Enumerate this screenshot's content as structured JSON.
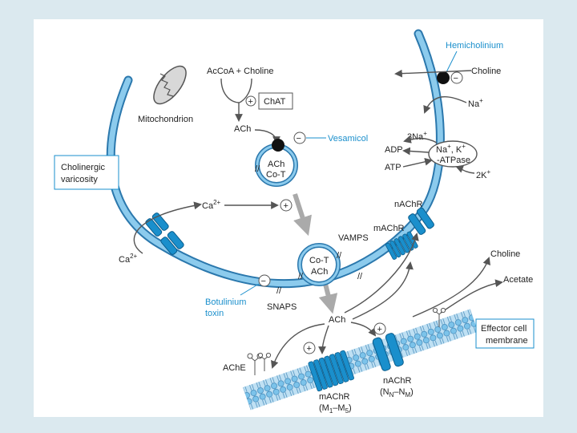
{
  "colors": {
    "membrane": "#6fbde8",
    "membrane_dark": "#2b78ad",
    "accent_blue": "#1a8fcc",
    "arrow": "#555555",
    "page_bg": "#dbe9ef",
    "canvas_bg": "#ffffff"
  },
  "labels": {
    "hemicholinium": "Hemicholinium",
    "choline_top": "Choline",
    "na_top": "Na",
    "na_top_sup": "+",
    "acoa_choline": "AcCoA + Choline",
    "chat": "ChAT",
    "plus": "+",
    "minus": "−",
    "ach_top": "ACh",
    "mitochondrion": "Mitochondrion",
    "vesamicol": "Vesamicol",
    "vesicle_top_ach": "ACh",
    "vesicle_top_cot": "Co-T",
    "three_na": "3Na",
    "three_na_sup": "+",
    "adp": "ADP",
    "atp": "ATP",
    "atpase_line1": "Na",
    "atpase_line1b": ", K",
    "atpase_line2": "-ATPase",
    "two_k": "2K",
    "two_k_sup": "+",
    "varicosity_line1": "Cholinergic",
    "varicosity_line2": "varicosity",
    "ca_in": "Ca",
    "ca_in_sup": "2+",
    "ca_out": "Ca",
    "ca_out_sup": "2+",
    "nachr_pre": "nAChR",
    "machr_pre": "mAChR",
    "vamps": "VAMPS",
    "vesicle_bot_cot": "Co-T",
    "vesicle_bot_ach": "ACh",
    "choline_right": "Choline",
    "acetate": "Acetate",
    "botulinium_line1": "Botulinium",
    "botulinium_line2": "toxin",
    "snaps": "SNAPS",
    "ach_cleft": "ACh",
    "effector_line1": "Effector cell",
    "effector_line2": "membrane",
    "ache": "AChE",
    "machr_post_line1": "mAChR",
    "machr_post_line2": "(M",
    "machr_post_sub1": "1",
    "machr_post_dash": "–M",
    "machr_post_sub2": "5",
    "machr_post_close": ")",
    "nachr_post_line1": "nAChR",
    "nachr_post_line2": "(N",
    "nachr_post_sub1": "N",
    "nachr_post_dash": "–N",
    "nachr_post_sub2": "M",
    "nachr_post_close": ")"
  }
}
